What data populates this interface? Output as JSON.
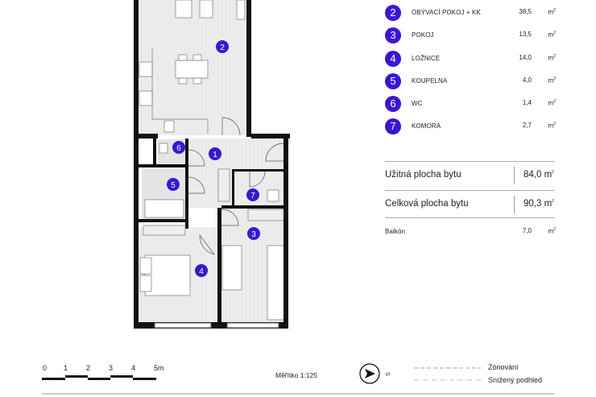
{
  "rooms": [
    {
      "num": "1"
    },
    {
      "num": "2",
      "name": "OBÝVACÍ POKOJ + KK",
      "area": "38,5"
    },
    {
      "num": "3",
      "name": "POKOJ",
      "area": "13,5"
    },
    {
      "num": "4",
      "name": "LOŽNICE",
      "area": "14,0"
    },
    {
      "num": "5",
      "name": "KOUPELNA",
      "area": "4,0"
    },
    {
      "num": "6",
      "name": "WC",
      "area": "1,4"
    },
    {
      "num": "7",
      "name": "KOMORA",
      "area": "2,7"
    }
  ],
  "unit": "m",
  "unit_sup": "2",
  "summary": {
    "usable_label": "Užitná plocha bytu",
    "usable_value": "84,0 m",
    "total_label": "Celková plocha bytu",
    "total_value": "90,3 m",
    "balcony_label": "Balkón",
    "balcony_value": "7,0"
  },
  "footer": {
    "scale_ticks": [
      "0",
      "1",
      "2",
      "3",
      "4",
      "5m"
    ],
    "scale_text": "Měřítko 1:125",
    "north_label": "S",
    "legend_zoning": "Zónování",
    "legend_ceiling": "Snížený podhled"
  },
  "colors": {
    "accent": "#3a16d1",
    "wall": "#111111",
    "floor": "#ececec"
  }
}
